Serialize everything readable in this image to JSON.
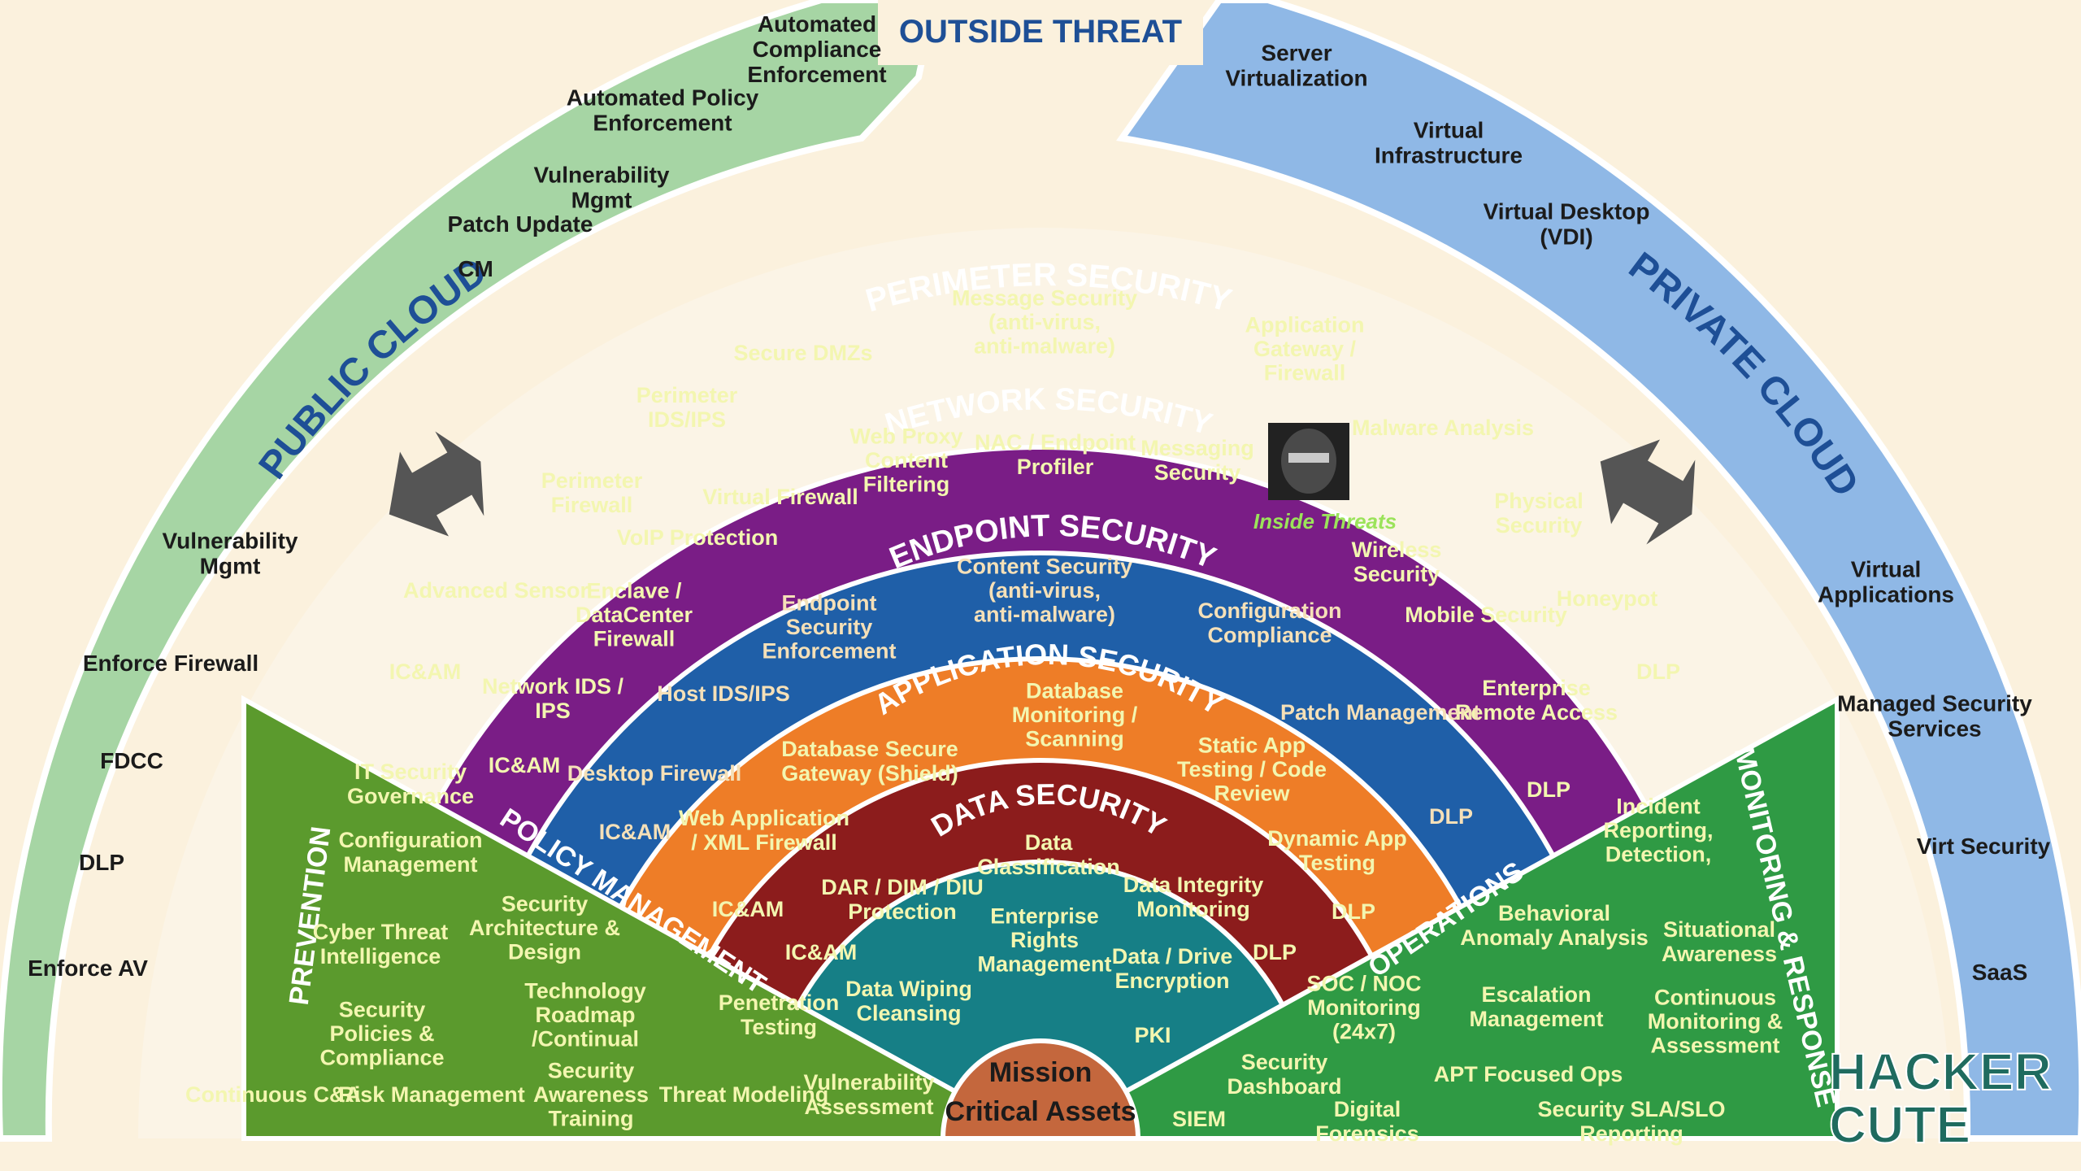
{
  "header": {
    "outside_threat": "OUTSIDE THREAT"
  },
  "colors": {
    "background": "#fbf1dd",
    "public_cloud": "#a6d5a4",
    "private_cloud": "#8fb8e6",
    "perimeter": "#7a1d86",
    "network": "#1f5fa8",
    "endpoint": "#ee7d27",
    "application": "#8c1c1c",
    "data": "#167f86",
    "core": "#c4673d",
    "policy": "#5b9a2d",
    "operations": "#2f9a44",
    "label_text": "#f3f6b0",
    "dark_text": "#1b1b1b",
    "cloud_title": "#1e4f96"
  },
  "public_cloud": {
    "title": "PUBLIC CLOUD",
    "items": [
      "Automated Compliance Enforcement",
      "Automated Policy Enforcement",
      "Vulnerability Mgmt",
      "Patch Update",
      "CM",
      "Vulnerability Mgmt",
      "Enforce Firewall",
      "FDCC",
      "DLP",
      "Enforce AV"
    ]
  },
  "private_cloud": {
    "title": "PRIVATE CLOUD",
    "items": [
      "Server Virtualization",
      "Virtual Infrastructure",
      "Virtual Desktop (VDI)",
      "Virtual Applications",
      "Managed Security Services",
      "Virt Security",
      "SaaS"
    ]
  },
  "rings": {
    "perimeter": {
      "title": "PERIMETER SECURITY",
      "items": [
        "Message Security (anti-virus, anti-malware)",
        "Secure DMZs",
        "Application Gateway / Firewall",
        "Perimeter IDS/IPS",
        "Malware Analysis",
        "Perimeter Firewall",
        "Physical Security",
        "Advanced Sensor",
        "Honeypot",
        "IC&AM",
        "DLP"
      ]
    },
    "network": {
      "title": "NETWORK SECURITY",
      "items": [
        "Web Proxy Content Filtering",
        "NAC / Endpoint Profiler",
        "Messaging Security",
        "Virtual Firewall",
        "VoIP Protection",
        "Enclave / DataCenter Firewall",
        "Wireless Security",
        "Mobile Security",
        "Network IDS / IPS",
        "Enterprise Remote Access",
        "IC&AM",
        "DLP"
      ],
      "inside_threats": "Inside Threats"
    },
    "endpoint": {
      "title": "ENDPOINT SECURITY",
      "items": [
        "Content Security (anti-virus, anti-malware)",
        "Endpoint Security Enforcement",
        "Configuration Compliance",
        "Host IDS/IPS",
        "Patch Management",
        "Desktop Firewall",
        "IC&AM",
        "DLP"
      ]
    },
    "application": {
      "title": "APPLICATION SECURITY",
      "items": [
        "Database Monitoring / Scanning",
        "Database Secure Gateway (Shield)",
        "Static App Testing / Code Review",
        "Web Application / XML Firewall",
        "Dynamic App Testing",
        "IC&AM",
        "DLP"
      ]
    },
    "data": {
      "title": "DATA SECURITY",
      "items": [
        "Data Classification",
        "DAR / DIM / DIU Protection",
        "Data Integrity Monitoring",
        "Enterprise Rights Management",
        "Data / Drive Encryption",
        "Data Wiping Cleansing",
        "IC&AM",
        "DLP",
        "PKI"
      ]
    },
    "core": {
      "line1": "Mission",
      "line2": "Critical Assets"
    }
  },
  "policy_management": {
    "title": "POLICY MANAGEMENT",
    "prevention": "PREVENTION",
    "items": [
      "IT Security Governance",
      "Configuration Management",
      "Security Architecture & Design",
      "Cyber Threat Intelligence",
      "Security Policies & Compliance",
      "Technology Roadmap /Continual Improvement",
      "Penetration Testing",
      "Continuous C&A",
      "Risk Management",
      "Security Awareness Training",
      "Threat Modeling",
      "Vulnerability Assessment"
    ]
  },
  "operations": {
    "title": "OPERATIONS",
    "monitoring": "MONITORING & RESPONSE",
    "items": [
      "Incident Reporting, Detection, Response (CIRT)",
      "Behavioral Anomaly Analysis",
      "Situational Awareness",
      "SOC / NOC Monitoring (24x7)",
      "Escalation Management",
      "Continuous Monitoring & Assessment",
      "Security Dashboard",
      "APT Focused Ops",
      "SIEM",
      "Digital Forensics",
      "Security SLA/SLO Reporting"
    ]
  },
  "watermark": {
    "line1": "HACKER",
    "line2": "CUTE"
  }
}
